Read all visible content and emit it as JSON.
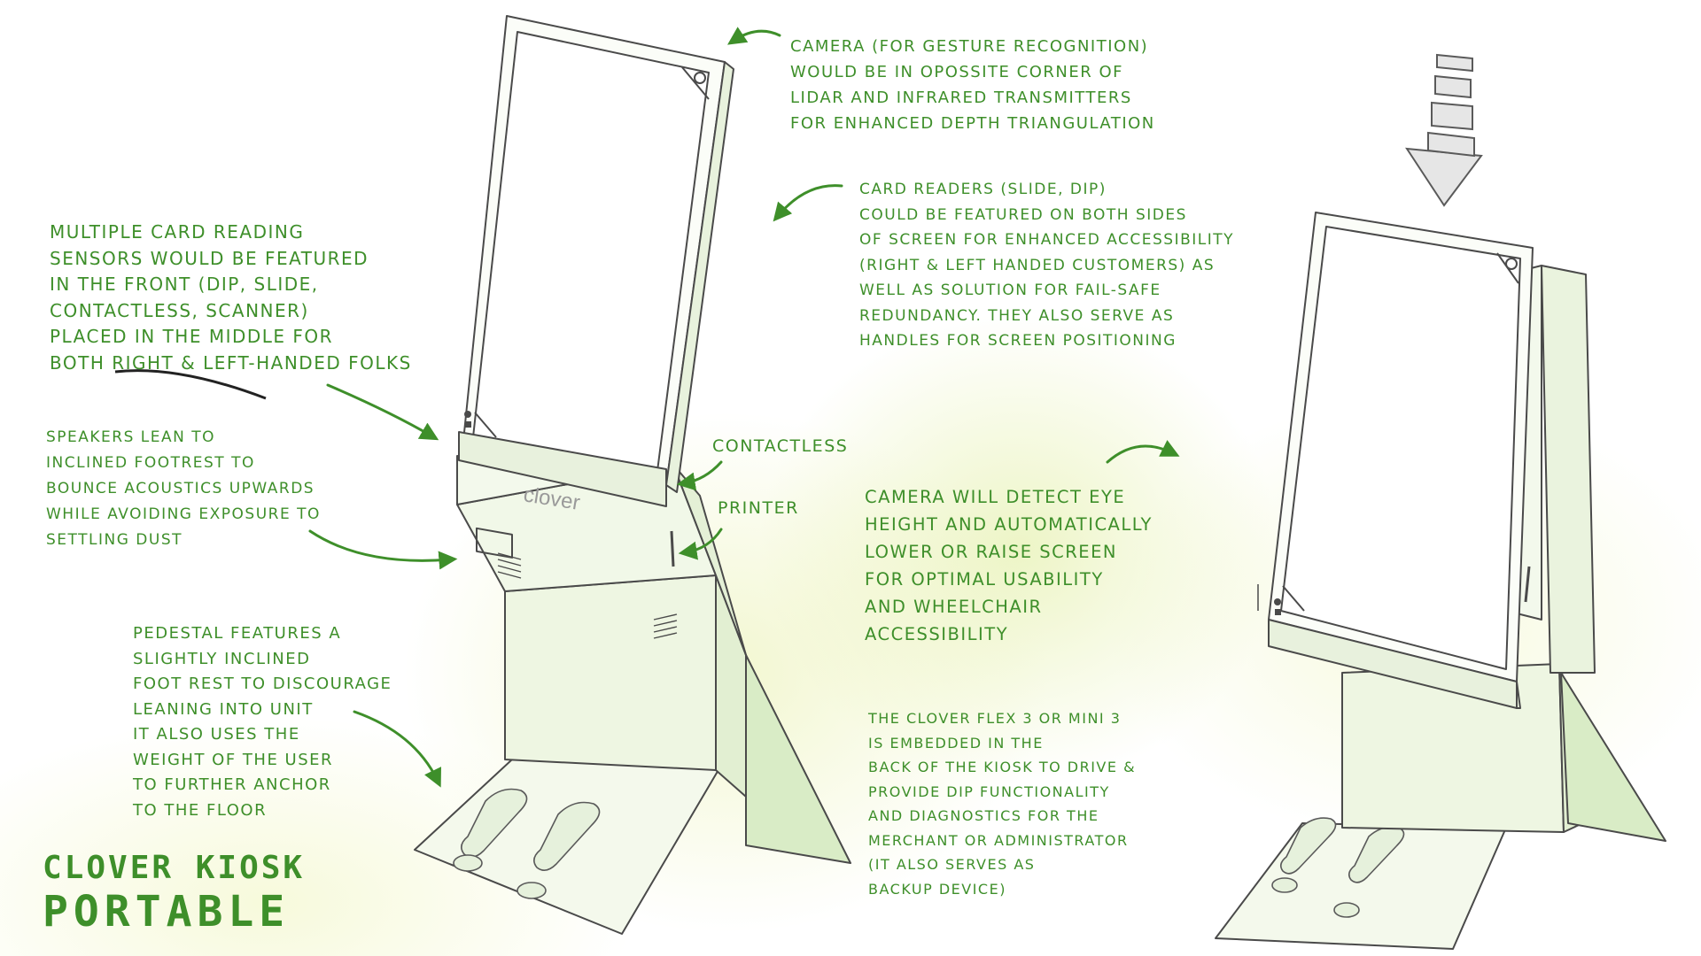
{
  "annotations": {
    "camera": "CAMERA (FOR GESTURE RECOGNITION)\nWOULD BE IN OPOSSITE CORNER OF\nLIDAR AND INFRARED TRANSMITTERS\nFOR ENHANCED DEPTH TRIANGULATION",
    "card_readers": "CARD READERS (SLIDE, DIP)\nCOULD BE FEATURED ON BOTH SIDES\nOF SCREEN FOR ENHANCED ACCESSIBILITY\n(RIGHT & LEFT HANDED CUSTOMERS) AS\nWELL AS SOLUTION FOR FAIL-SAFE\nREDUNDANCY. THEY ALSO SERVE AS\nHANDLES FOR SCREEN POSITIONING",
    "multiple_sensors": "MULTIPLE CARD READING\nSENSORS WOULD BE FEATURED\nIN THE FRONT (DIP, SLIDE,\nCONTACTLESS, SCANNER)\nPLACED IN THE MIDDLE FOR\nBOTH RIGHT & LEFT-HANDED FOLKS",
    "speakers": "SPEAKERS LEAN TO\nINCLINED FOOTREST TO\nBOUNCE ACOUSTICS UPWARDS\nWHILE AVOIDING EXPOSURE TO\nSETTLING DUST",
    "contactless": "CONTACTLESS",
    "printer": "PRINTER",
    "pedestal": "PEDESTAL FEATURES A\nSLIGHTLY INCLINED\nFOOT REST TO DISCOURAGE\nLEANING INTO UNIT\nIT ALSO USES THE\nWEIGHT OF THE USER\nTO FURTHER ANCHOR\nTO THE FLOOR",
    "eye_height": "CAMERA WILL DETECT EYE\nHEIGHT AND AUTOMATICALLY\nLOWER OR RAISE SCREEN\nFOR OPTIMAL USABILITY\nAND WHEELCHAIR\nACCESSIBILITY",
    "clover_flex": "THE CLOVER FLEX 3 OR MINI 3\nIS EMBEDDED IN THE\nBACK OF THE KIOSK TO DRIVE &\nPROVIDE DIP FUNCTIONALITY\nAND DIAGNOSTICS FOR THE\nMERCHANT OR ADMINISTRATOR\n(IT ALSO SERVES AS\nBACKUP DEVICE)"
  },
  "brand_label": "clover",
  "title_line1": "CLOVER KIOSK",
  "title_line2": "PORTABLE",
  "colors": {
    "annotation_green": "#3e8f2a",
    "sketch_line": "#4a4a4a",
    "kiosk_tint": "#eef6e2"
  }
}
